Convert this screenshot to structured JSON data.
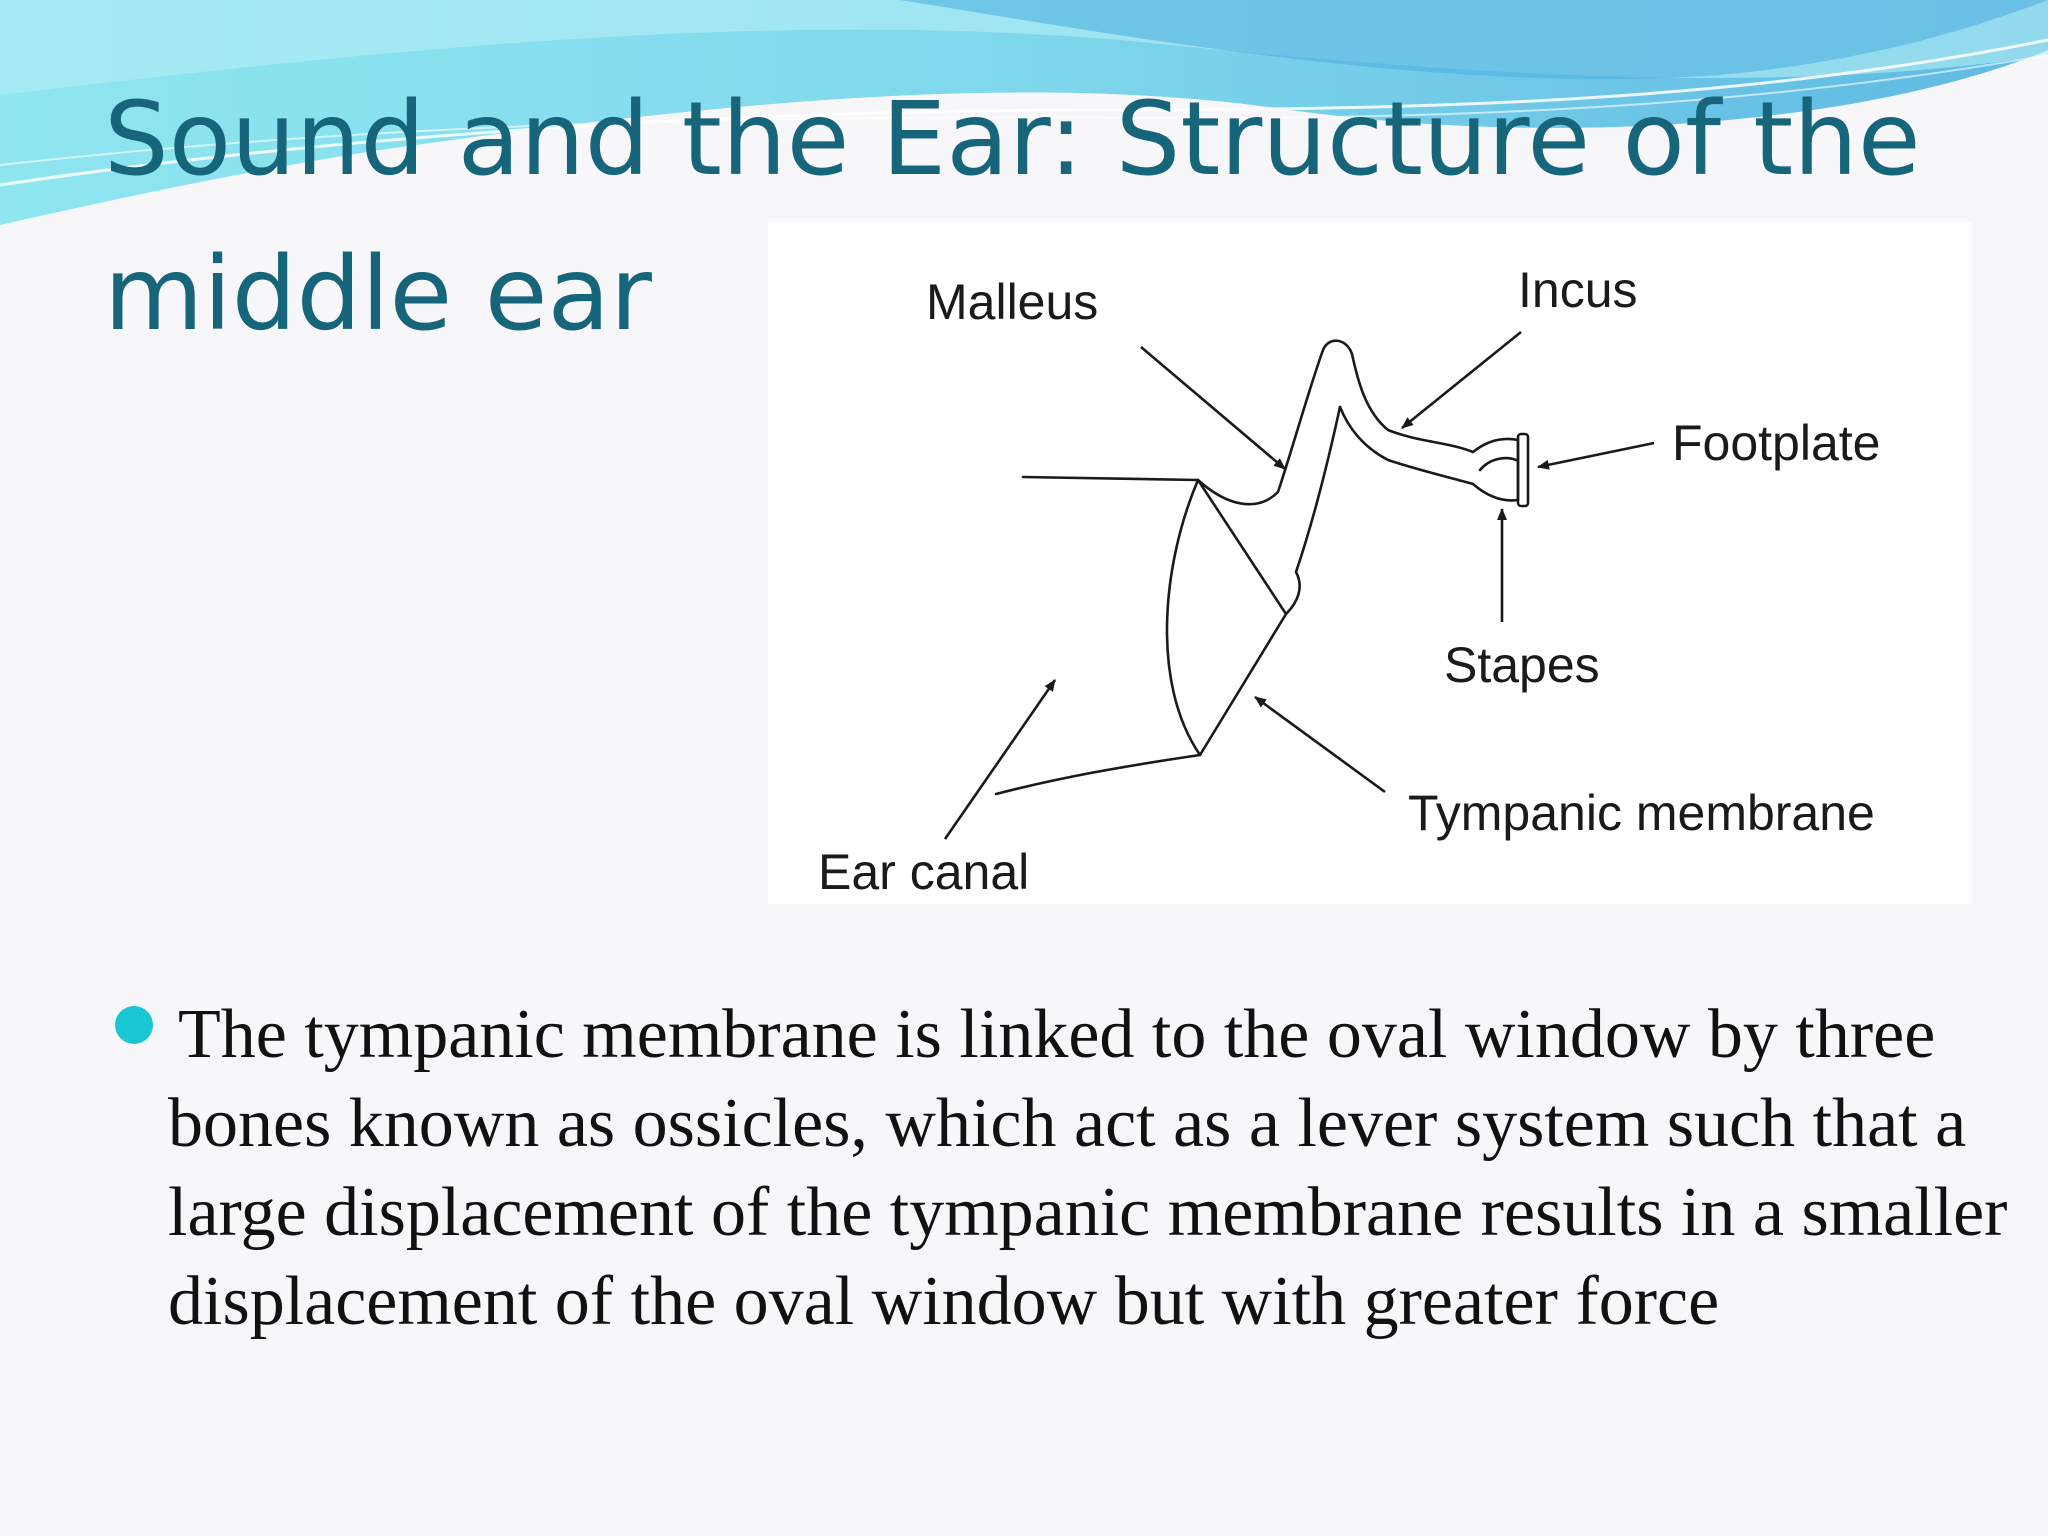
{
  "slide": {
    "title": "Sound and the Ear: Structure of the middle ear",
    "accent_color": "#19c6d3",
    "title_color": "#17657a"
  },
  "diagram": {
    "labels": {
      "malleus": "Malleus",
      "incus": "Incus",
      "footplate": "Footplate",
      "stapes": "Stapes",
      "tympanic_membrane": "Tympanic membrane",
      "ear_canal": "Ear canal"
    }
  },
  "bullets": [
    {
      "text": "The tympanic membrane is linked to the oval window by three bones known as ossicles, which act as a lever system such that a large displacement of the tympanic membrane results in a smaller displacement of the oval window but with greater force"
    }
  ]
}
